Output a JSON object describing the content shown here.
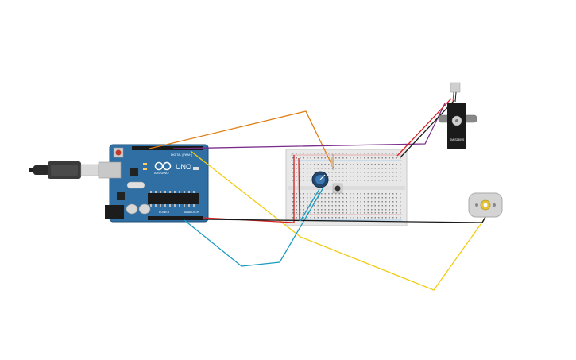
{
  "circuit": {
    "arduino": {
      "brand": "ARDUINO",
      "model": "UNO",
      "digital_label": "DIGITAL (PWM~)",
      "power_label": "POWER",
      "analog_label": "ANALOG IN",
      "board_color": "#2f6fa3"
    },
    "servo": {
      "label": "SM-S2309S"
    },
    "wire_colors": {
      "orange": "#e07d12",
      "purple": "#7b2d8b",
      "yellow": "#f2cc14",
      "cyan": "#1a9bc2",
      "red": "#d62121",
      "black": "#1a1a1a"
    }
  }
}
